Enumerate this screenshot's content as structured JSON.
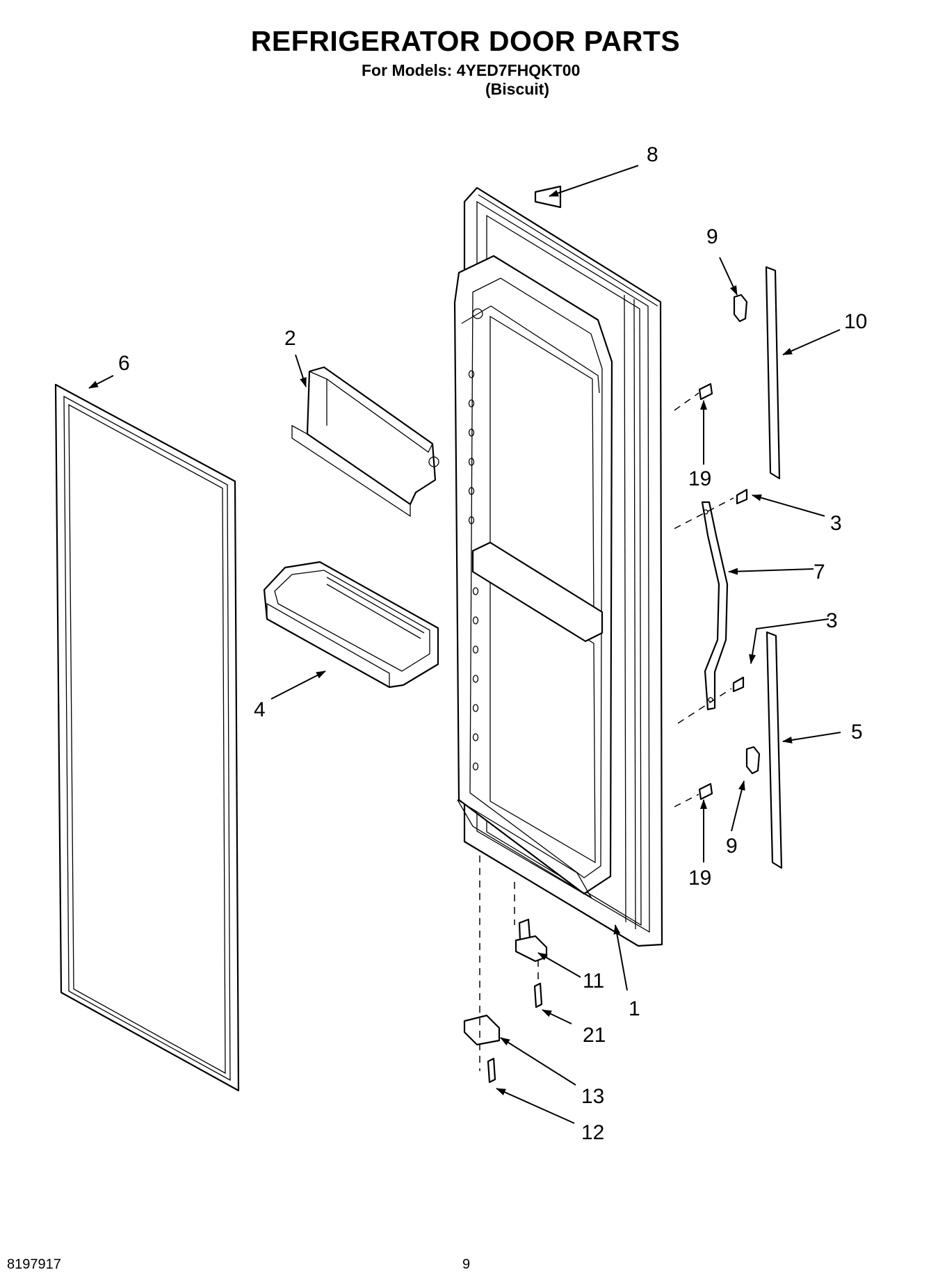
{
  "header": {
    "title": "REFRIGERATOR DOOR PARTS",
    "models_line": "For Models: 4YED7FHQKT00",
    "color_line": "(Biscuit)"
  },
  "footer": {
    "doc_number": "8197917",
    "page_number": "9"
  },
  "callouts": {
    "c1": "1",
    "c2": "2",
    "c3a": "3",
    "c3b": "3",
    "c4": "4",
    "c5": "5",
    "c6": "6",
    "c7": "7",
    "c8": "8",
    "c9a": "9",
    "c9b": "9",
    "c10": "10",
    "c11": "11",
    "c12": "12",
    "c13": "13",
    "c19a": "19",
    "c19b": "19",
    "c21": "21"
  }
}
